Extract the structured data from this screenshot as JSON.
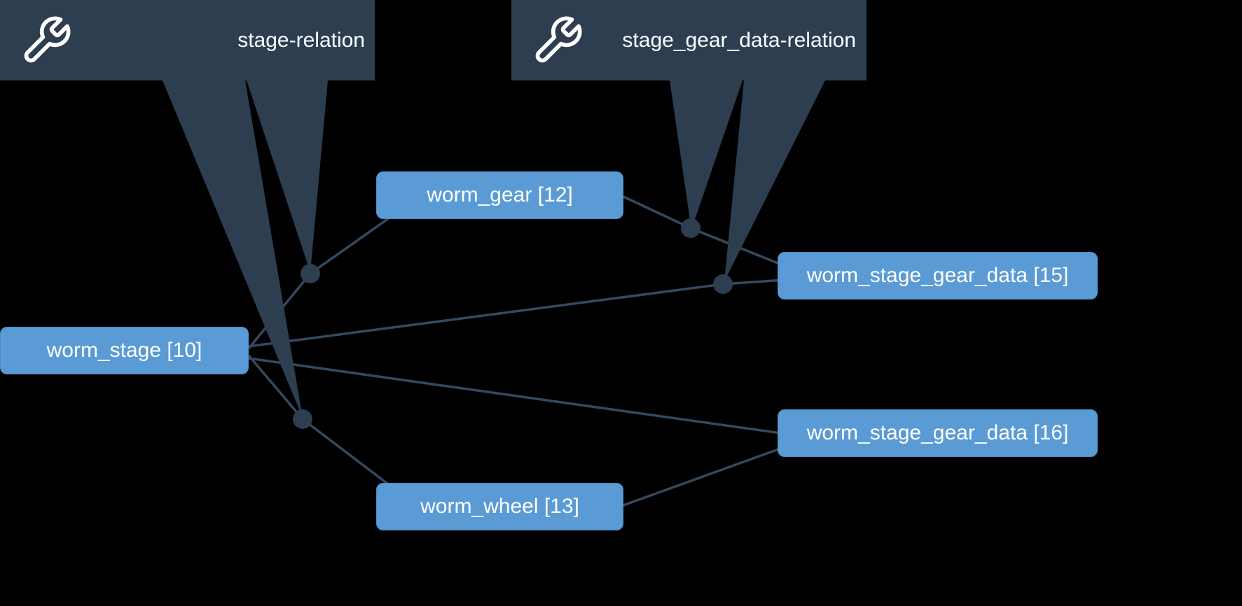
{
  "graph": {
    "background": "#000000",
    "colors": {
      "node_fill": "#5b9bd5",
      "node_text": "#ffffff",
      "callout_fill": "#2d3e50",
      "callout_text": "#ffffff",
      "edge": "#35495e",
      "relation_dot": "#2d3e50"
    },
    "nodes": [
      {
        "key": "worm_stage",
        "label": "worm_stage [10]"
      },
      {
        "key": "worm_gear",
        "label": "worm_gear [12]"
      },
      {
        "key": "worm_wheel",
        "label": "worm_wheel [13]"
      },
      {
        "key": "worm_stage_gear_data_15",
        "label": "worm_stage_gear_data [15]"
      },
      {
        "key": "worm_stage_gear_data_16",
        "label": "worm_stage_gear_data [16]"
      }
    ],
    "tooltips": [
      {
        "label": "stage-relation",
        "icon": "wrench-icon"
      },
      {
        "label": "stage_gear_data-relation",
        "icon": "wrench-icon"
      }
    ],
    "relation_nodes": [
      {
        "relation": "stage-relation",
        "connects": [
          "worm_stage [10]",
          "worm_gear [12]"
        ]
      },
      {
        "relation": "stage-relation",
        "connects": [
          "worm_stage [10]",
          "worm_wheel [13]"
        ]
      },
      {
        "relation": "stage_gear_data-relation",
        "connects": [
          "worm_gear [12]",
          "worm_stage_gear_data [15]"
        ]
      },
      {
        "relation": "stage_gear_data-relation",
        "connects": [
          "worm_stage [10]",
          "worm_stage_gear_data [15]"
        ]
      }
    ]
  }
}
